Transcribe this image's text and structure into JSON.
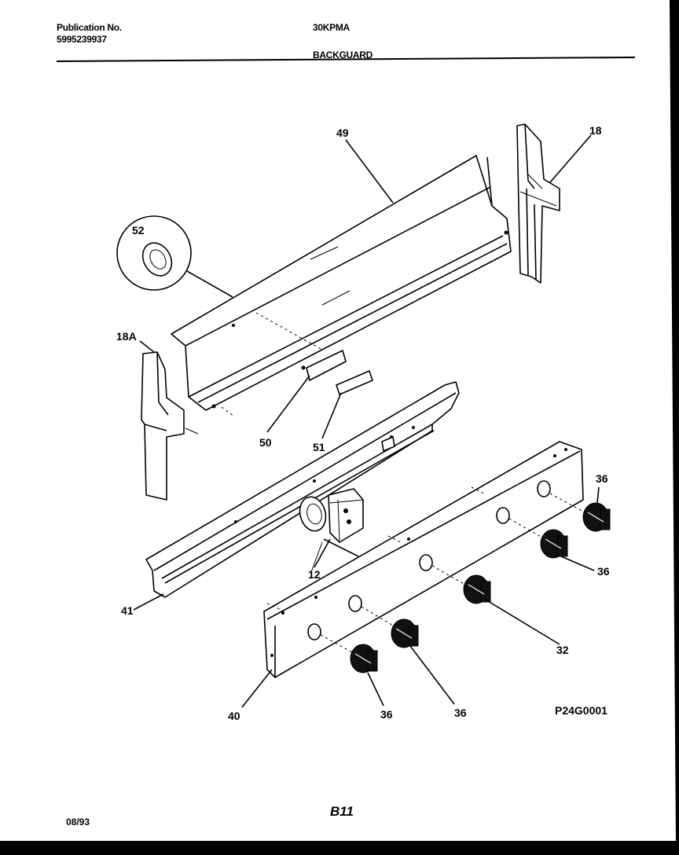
{
  "header": {
    "publication_label": "Publication No.",
    "publication_number": "5995239937",
    "model": "30KPMA",
    "section": "BACKGUARD"
  },
  "footer": {
    "date": "08/93",
    "page": "B11",
    "drawing_number": "P24G0001"
  },
  "callouts": {
    "c49": "49",
    "c18": "18",
    "c52": "52",
    "c18a": "18A",
    "c50": "50",
    "c51": "51",
    "c41": "41",
    "c12": "12",
    "c40": "40",
    "c32": "32",
    "c36a": "36",
    "c36b": "36",
    "c36c": "36",
    "c36d": "36"
  }
}
